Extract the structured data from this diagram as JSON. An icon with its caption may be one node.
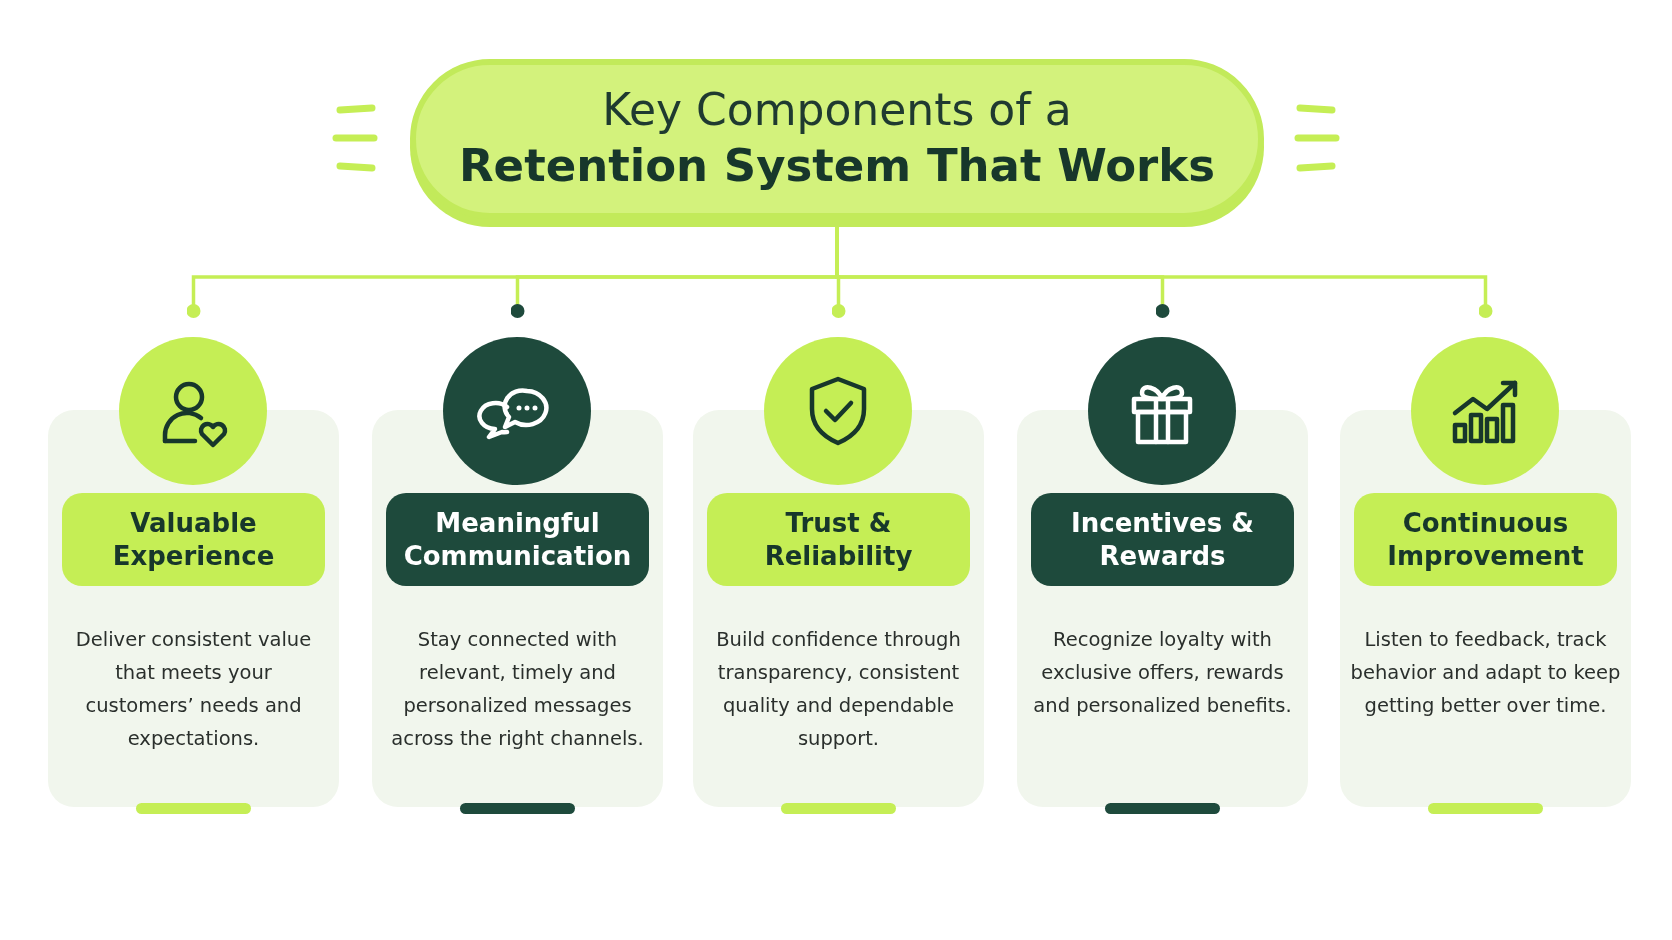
{
  "diagram": {
    "nodes": [
      {
        "text": [
          "Key Components of a",
          "Retention System That Works"
        ]
      },
      {
        "text": [
          "Valuable Experience",
          "Deliver consistent value that meets your customers’ needs and expectations."
        ]
      },
      {
        "text": [
          "Meaningful Communication",
          "Stay connected with relevant, timely and personalized messages across the right channels."
        ]
      },
      {
        "text": [
          "Trust & Reliability",
          "Build confidence through transparency, consistent quality and dependable support."
        ]
      },
      {
        "text": [
          "Incentives & Rewards",
          "Recognize loyalty with exclusive offers, rewards and personalized benefits."
        ]
      },
      {
        "text": [
          "Continuous Improvement",
          "Listen to feedback, track behavior and adapt to keep getting better over time."
        ]
      }
    ],
    "edges": [
      {
        "from": 0,
        "to": 1,
        "arrow": "other"
      },
      {
        "from": 0,
        "to": 2,
        "arrow": "other"
      },
      {
        "from": 0,
        "to": 3,
        "arrow": "other"
      },
      {
        "from": 0,
        "to": 4,
        "arrow": "other"
      },
      {
        "from": 0,
        "to": 5,
        "arrow": "other"
      }
    ]
  }
}
